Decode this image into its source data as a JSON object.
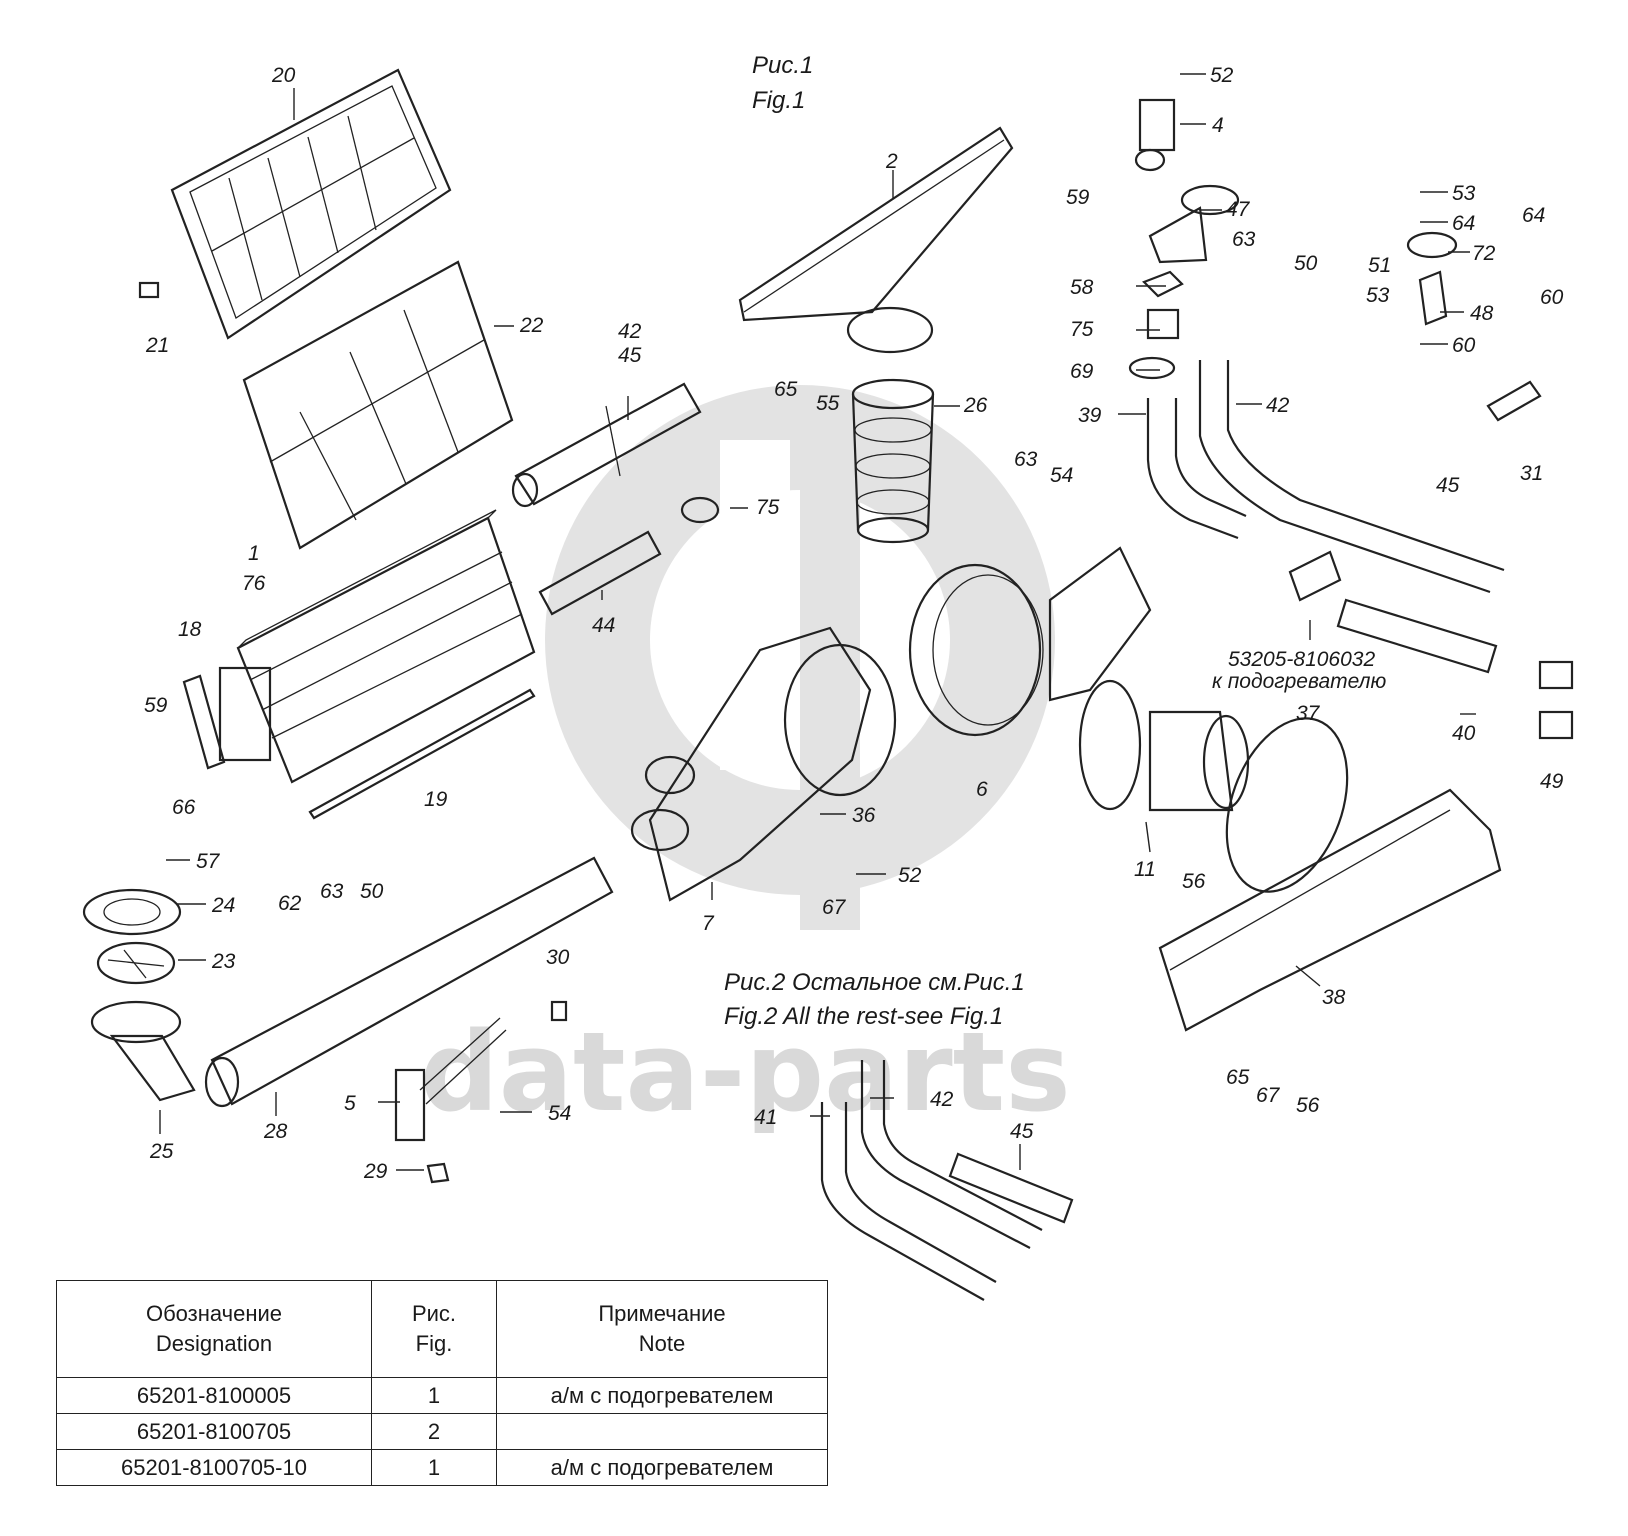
{
  "figure": {
    "fig1_title_ru": "Рис.1",
    "fig1_title_en": "Fig.1",
    "fig2_caption_ru": "Рис.2 Остальное см.Рис.1",
    "fig2_caption_en": "Fig.2 All the rest-see Fig.1",
    "part_ref_number": "53205-8106032",
    "part_ref_note": "к подогревателю"
  },
  "watermark": {
    "text": "data-parts",
    "color": "#d9d9d9"
  },
  "callouts": {
    "c20": "20",
    "c21": "21",
    "c22": "22",
    "c1": "1",
    "c76": "76",
    "c18": "18",
    "c59a": "59",
    "c66": "66",
    "c19": "19",
    "c42a": "42",
    "c45a": "45",
    "c75a": "75",
    "c44": "44",
    "c2": "2",
    "c65a": "65",
    "c55": "55",
    "c26": "26",
    "c52a": "52",
    "c4": "4",
    "c59b": "59",
    "c47": "47",
    "c63a": "63",
    "c50a": "50",
    "c58": "58",
    "c75b": "75",
    "c69": "69",
    "c39": "39",
    "c42b": "42",
    "c53a": "53",
    "c64a": "64",
    "c64b": "64",
    "c51": "51",
    "c72": "72",
    "c60a": "60",
    "c53b": "53",
    "c48": "48",
    "c60b": "60",
    "c31": "31",
    "c45b": "45",
    "c63b": "63",
    "c54a": "54",
    "c6": "6",
    "c40": "40",
    "c49": "49",
    "c37": "37",
    "c11": "11",
    "c56a": "56",
    "c7": "7",
    "c36": "36",
    "c52b": "52",
    "c67a": "67",
    "c57": "57",
    "c24": "24",
    "c23": "23",
    "c25": "25",
    "c62": "62",
    "c63c": "63",
    "c50b": "50",
    "c28": "28",
    "c30": "30",
    "c5": "5",
    "c54b": "54",
    "c29": "29",
    "c38": "38",
    "c65b": "65",
    "c67b": "67",
    "c56b": "56",
    "c41": "41",
    "c42c": "42",
    "c45c": "45"
  },
  "table": {
    "headers": [
      {
        "ru": "Обозначение",
        "en": "Designation"
      },
      {
        "ru": "Рис.",
        "en": "Fig."
      },
      {
        "ru": "Примечание",
        "en": "Note"
      }
    ],
    "rows": [
      {
        "designation": "65201-8100005",
        "fig": "1",
        "note": "а/м с подогревателем"
      },
      {
        "designation": "65201-8100705",
        "fig": "2",
        "note": ""
      },
      {
        "designation": "65201-8100705-10",
        "fig": "1",
        "note": "а/м с подогревателем"
      }
    ]
  }
}
